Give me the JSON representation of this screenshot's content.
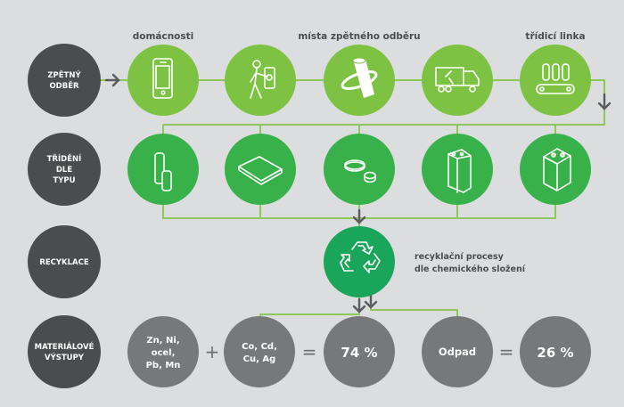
{
  "rows": {
    "collection": {
      "label_line1": "ZPĚTNÝ",
      "label_line2": "ODBĚR"
    },
    "sorting": {
      "label_line1": "TŘÍDĚNÍ",
      "label_line2": "DLE",
      "label_line3": "TYPU"
    },
    "recycling": {
      "label": "RECYKLACE"
    },
    "outputs": {
      "label_line1": "MATERIÁLOVÉ",
      "label_line2": "VÝSTUPY"
    }
  },
  "captions": {
    "households": "domácnosti",
    "collection_points": "místa zpětného odběru",
    "sorting_line": "třídicí linka"
  },
  "recycling_note": {
    "line1": "recyklační procesy",
    "line2": "dle chemického složení"
  },
  "outputs": {
    "group1": {
      "line1": "Zn, Ni,",
      "line2": "ocel,",
      "line3": "Pb, Mn"
    },
    "plus": "+",
    "group2": {
      "line1": "Co, Cd,",
      "line2": "Cu, Ag"
    },
    "equals1": "=",
    "recycled_percent": "74 %",
    "waste_label": "Odpad",
    "equals2": "=",
    "waste_percent": "26 %"
  },
  "colors": {
    "background": "#dcdddf",
    "dark": "#4a4c4d",
    "light_green": "#7dc242",
    "green": "#39b14a",
    "recycle_green": "#19a55a",
    "grey": "#77787a",
    "line": "#8cc85a",
    "arrow": "#5a5b5c"
  }
}
